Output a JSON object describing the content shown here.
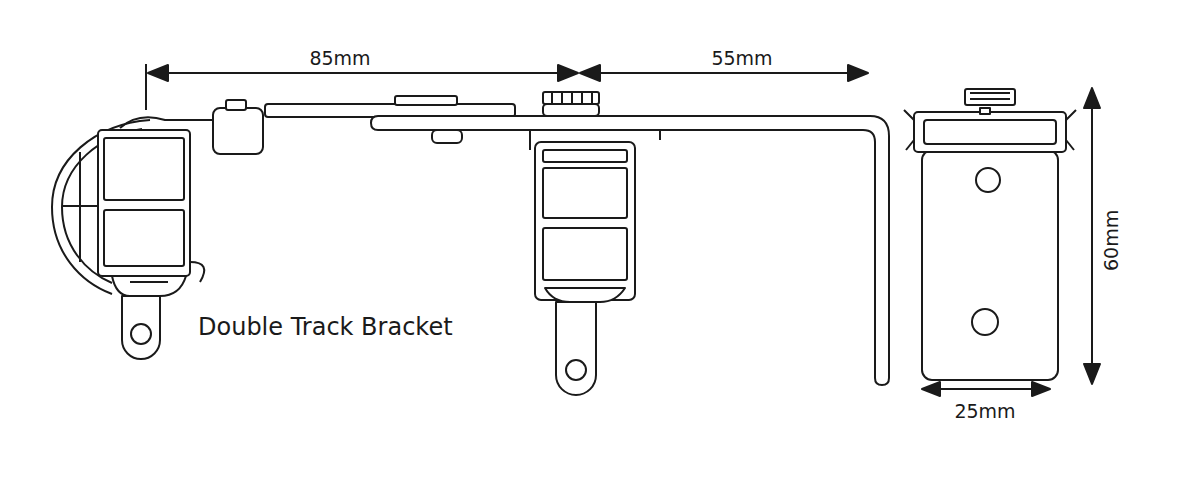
{
  "diagram": {
    "labels": [
      "85mm",
      "55mm",
      "Double Track Bracket",
      "60mm",
      "25mm"
    ]
  }
}
